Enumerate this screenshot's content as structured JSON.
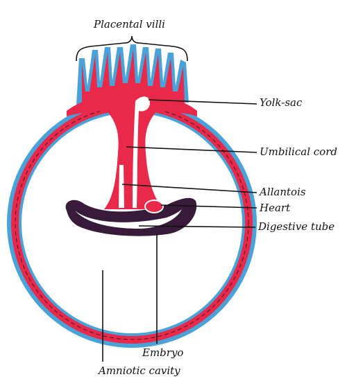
{
  "labels": {
    "placental_villi": "Placental villi",
    "yolk_sac": "Yolk-sac",
    "umbilical_cord": "Umbilical cord",
    "allantois": "Allantois",
    "heart": "Heart",
    "digestive_tube": "Digestive tube",
    "embryo": "Embryo",
    "amniotic_cavity": "Amniotic cavity"
  },
  "colors": {
    "outer_layer": "#4aa3d8",
    "inner_layer": "#e8294a",
    "embryo": "#3a1a3a",
    "label_text": "#111111"
  }
}
